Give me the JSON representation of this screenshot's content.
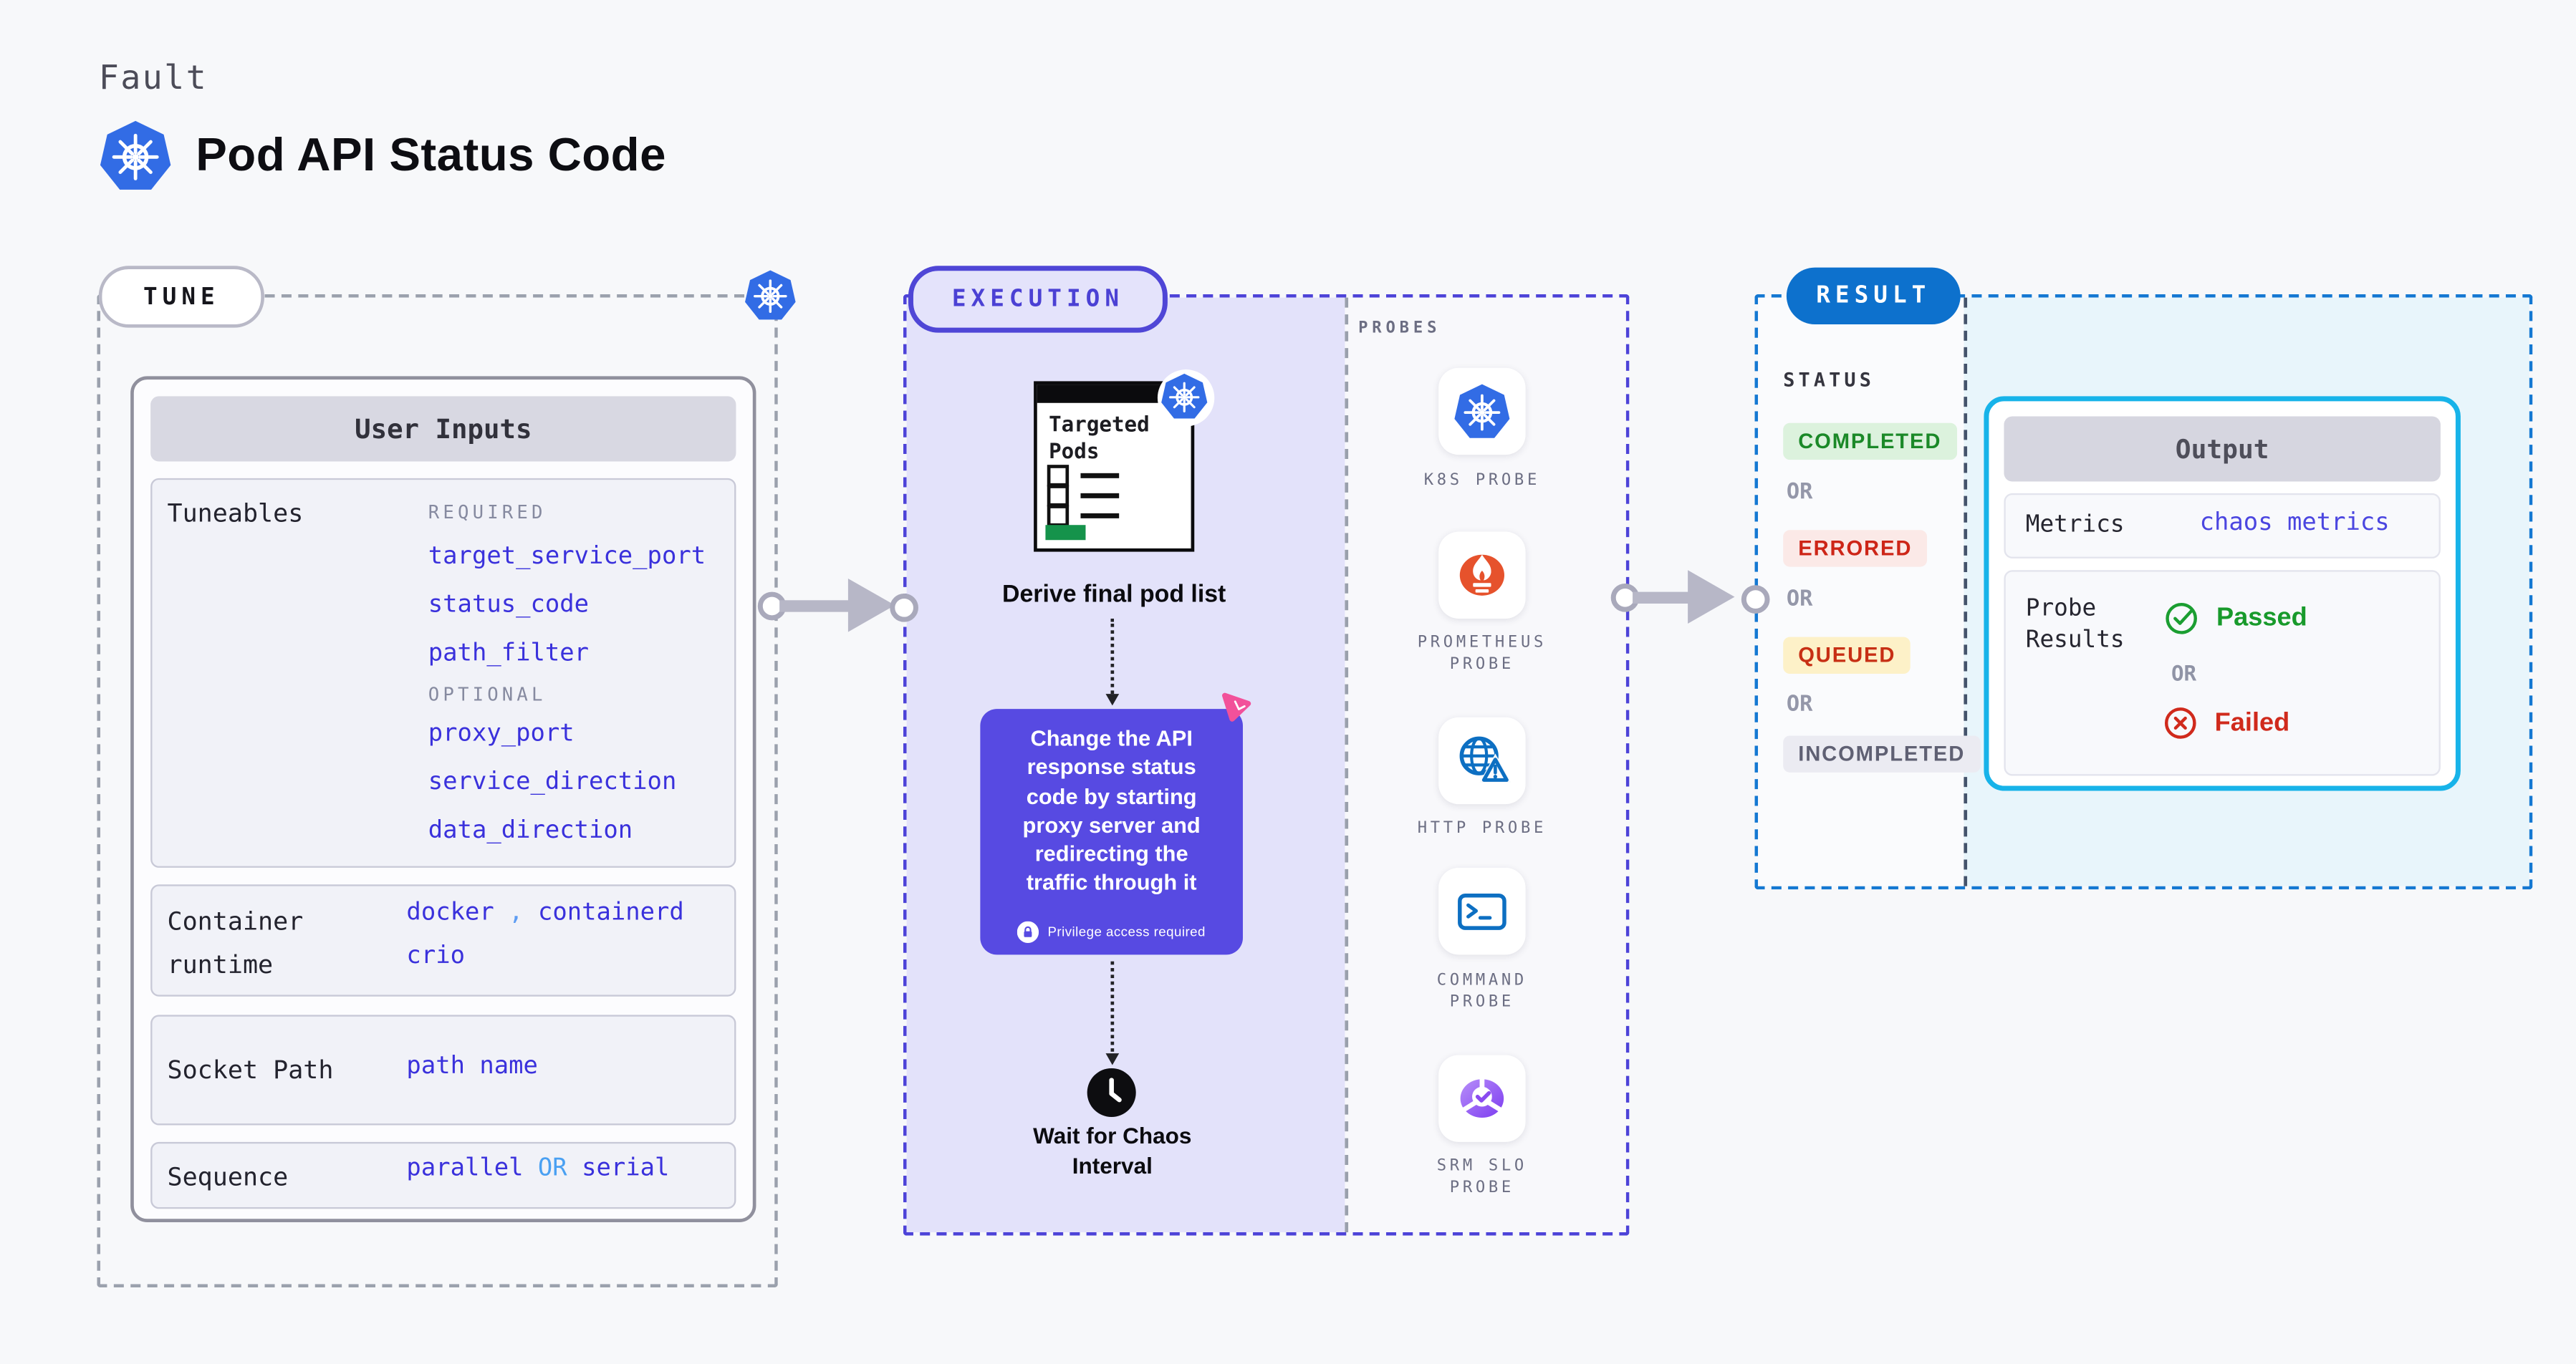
{
  "header": {
    "kicker": "Fault",
    "title": "Pod API Status Code"
  },
  "tune": {
    "pill": "TUNE",
    "corner_icon": "kubernetes-icon",
    "user_inputs": {
      "header": "User Inputs",
      "tuneables": {
        "label": "Tuneables",
        "required_label": "REQUIRED",
        "required_values": [
          "target_service_port",
          "status_code",
          "path_filter"
        ],
        "optional_label": "OPTIONAL",
        "optional_values": [
          "proxy_port",
          "service_direction",
          "data_direction"
        ]
      },
      "container_runtime": {
        "label": "Container runtime",
        "value1": "docker",
        "separator": ",",
        "value2": "containerd",
        "value3": "crio"
      },
      "socket_path": {
        "label": "Socket Path",
        "value": "path name"
      },
      "sequence": {
        "label": "Sequence",
        "value1": "parallel",
        "or": "OR",
        "value2": "serial"
      }
    }
  },
  "execution": {
    "pill": "EXECUTION",
    "targeted_pods": {
      "title": "Targeted Pods",
      "badge_icon": "kubernetes-icon"
    },
    "derive_label": "Derive final pod list",
    "action": {
      "text": "Change the API response status code by starting proxy server and redirecting the traffic through it",
      "privilege_label": "Privilege access required",
      "lock_icon": "lock-icon",
      "corner_icon": "chaos-pink-icon"
    },
    "wait_label": "Wait for Chaos Interval",
    "clock_icon": "clock-icon",
    "probes": {
      "label": "PROBES",
      "items": [
        {
          "name": "K8S PROBE",
          "icon": "kubernetes-icon"
        },
        {
          "name": "PROMETHEUS PROBE",
          "icon": "prometheus-icon"
        },
        {
          "name": "HTTP PROBE",
          "icon": "globe-warning-icon"
        },
        {
          "name": "COMMAND PROBE",
          "icon": "terminal-icon"
        },
        {
          "name": "SRM SLO PROBE",
          "icon": "slo-pie-check-icon"
        }
      ]
    }
  },
  "result": {
    "pill": "RESULT",
    "status_label": "STATUS",
    "or_label": "OR",
    "statuses": [
      {
        "label": "COMPLETED",
        "text_color": "#1b8928",
        "bg_color": "#dcf2dd"
      },
      {
        "label": "ERRORED",
        "text_color": "#cd2517",
        "bg_color": "#fbe9e7"
      },
      {
        "label": "QUEUED",
        "text_color": "#c72f14",
        "bg_color": "#fdf1c8"
      },
      {
        "label": "INCOMPLETED",
        "text_color": "#5f6073",
        "bg_color": "#ebebf2"
      }
    ],
    "output": {
      "header": "Output",
      "metrics_label": "Metrics",
      "metrics_value": "chaos metrics",
      "probe_results_label": "Probe Results",
      "passed_label": "Passed",
      "or_label": "OR",
      "failed_label": "Failed",
      "passed_icon": "check-circle-icon",
      "failed_icon": "x-circle-icon"
    }
  },
  "colors": {
    "page_bg": "#f7f8fa",
    "kubernetes_blue": "#326ce5",
    "execution_purple_border": "#4d43d8",
    "execution_lavender_bg": "#e3e2fa",
    "action_box_purple": "#574ae2",
    "result_blue": "#0d71cd",
    "output_border_cyan": "#17b3e9",
    "output_area_bg": "#e8f5fb",
    "value_blue": "#3a31dc",
    "accent_light_blue": "#4aa0f2",
    "passed_green": "#189a2b",
    "failed_red": "#d02a1c",
    "targeted_pods_green": "#15934b",
    "prometheus_orange": "#e6522c",
    "arrow_gray": "#b7b7c7"
  }
}
